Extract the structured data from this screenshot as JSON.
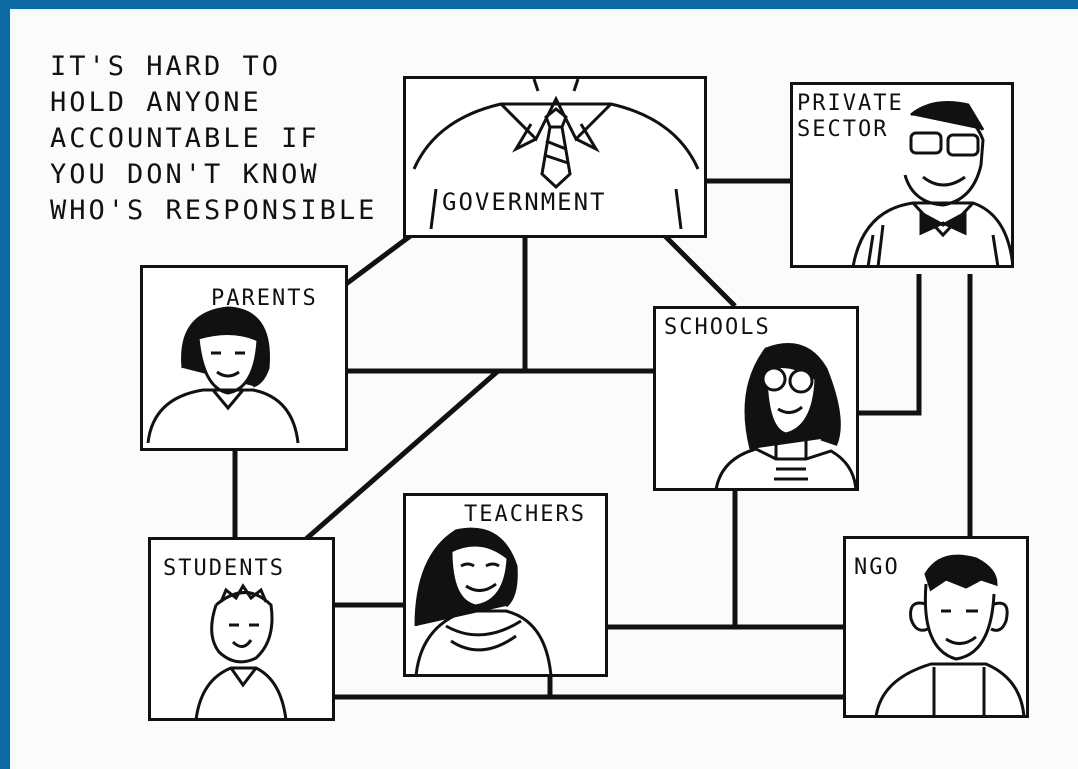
{
  "caption": "IT'S HARD TO\nHOLD ANYONE\nACCOUNTABLE IF\nYOU DON'T KNOW\nWHO'S RESPONSIBLE",
  "nodes": {
    "government": "GOVERNMENT",
    "private_sector": "PRIVATE\nSECTOR",
    "parents": "PARENTS",
    "schools": "SCHOOLS",
    "teachers": "TEACHERS",
    "students": "STUDENTS",
    "ngo": "NGO"
  },
  "colors": {
    "border": "#0b6aa3",
    "ink": "#111111",
    "paper": "#fbfbfb"
  }
}
